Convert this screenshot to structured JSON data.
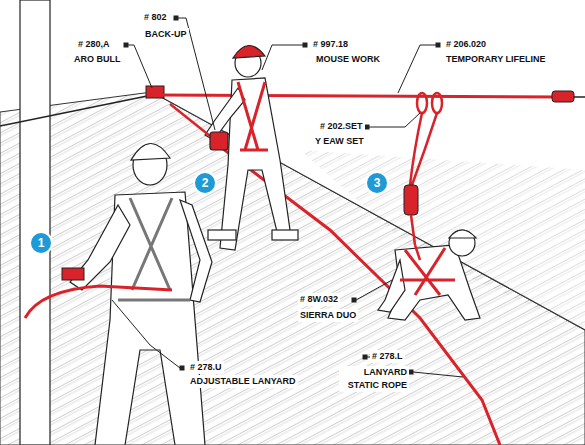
{
  "diagram": {
    "labels": [
      "# 802",
      "BACK-UP",
      "# 280,A",
      "ARO BULL",
      "# 997.18",
      "MOUSE WORK",
      "# 206.020",
      "TEMPORARY LIFELINE",
      "# 202.SET",
      "Y EAW SET",
      "2",
      "3",
      "1",
      "# 8W.032",
      "SIERRA DUO",
      "# 278.L",
      "LANYARD STATIC ROPE",
      "# 278.U",
      "ADJUSTABLE LANYARD"
    ]
  }
}
